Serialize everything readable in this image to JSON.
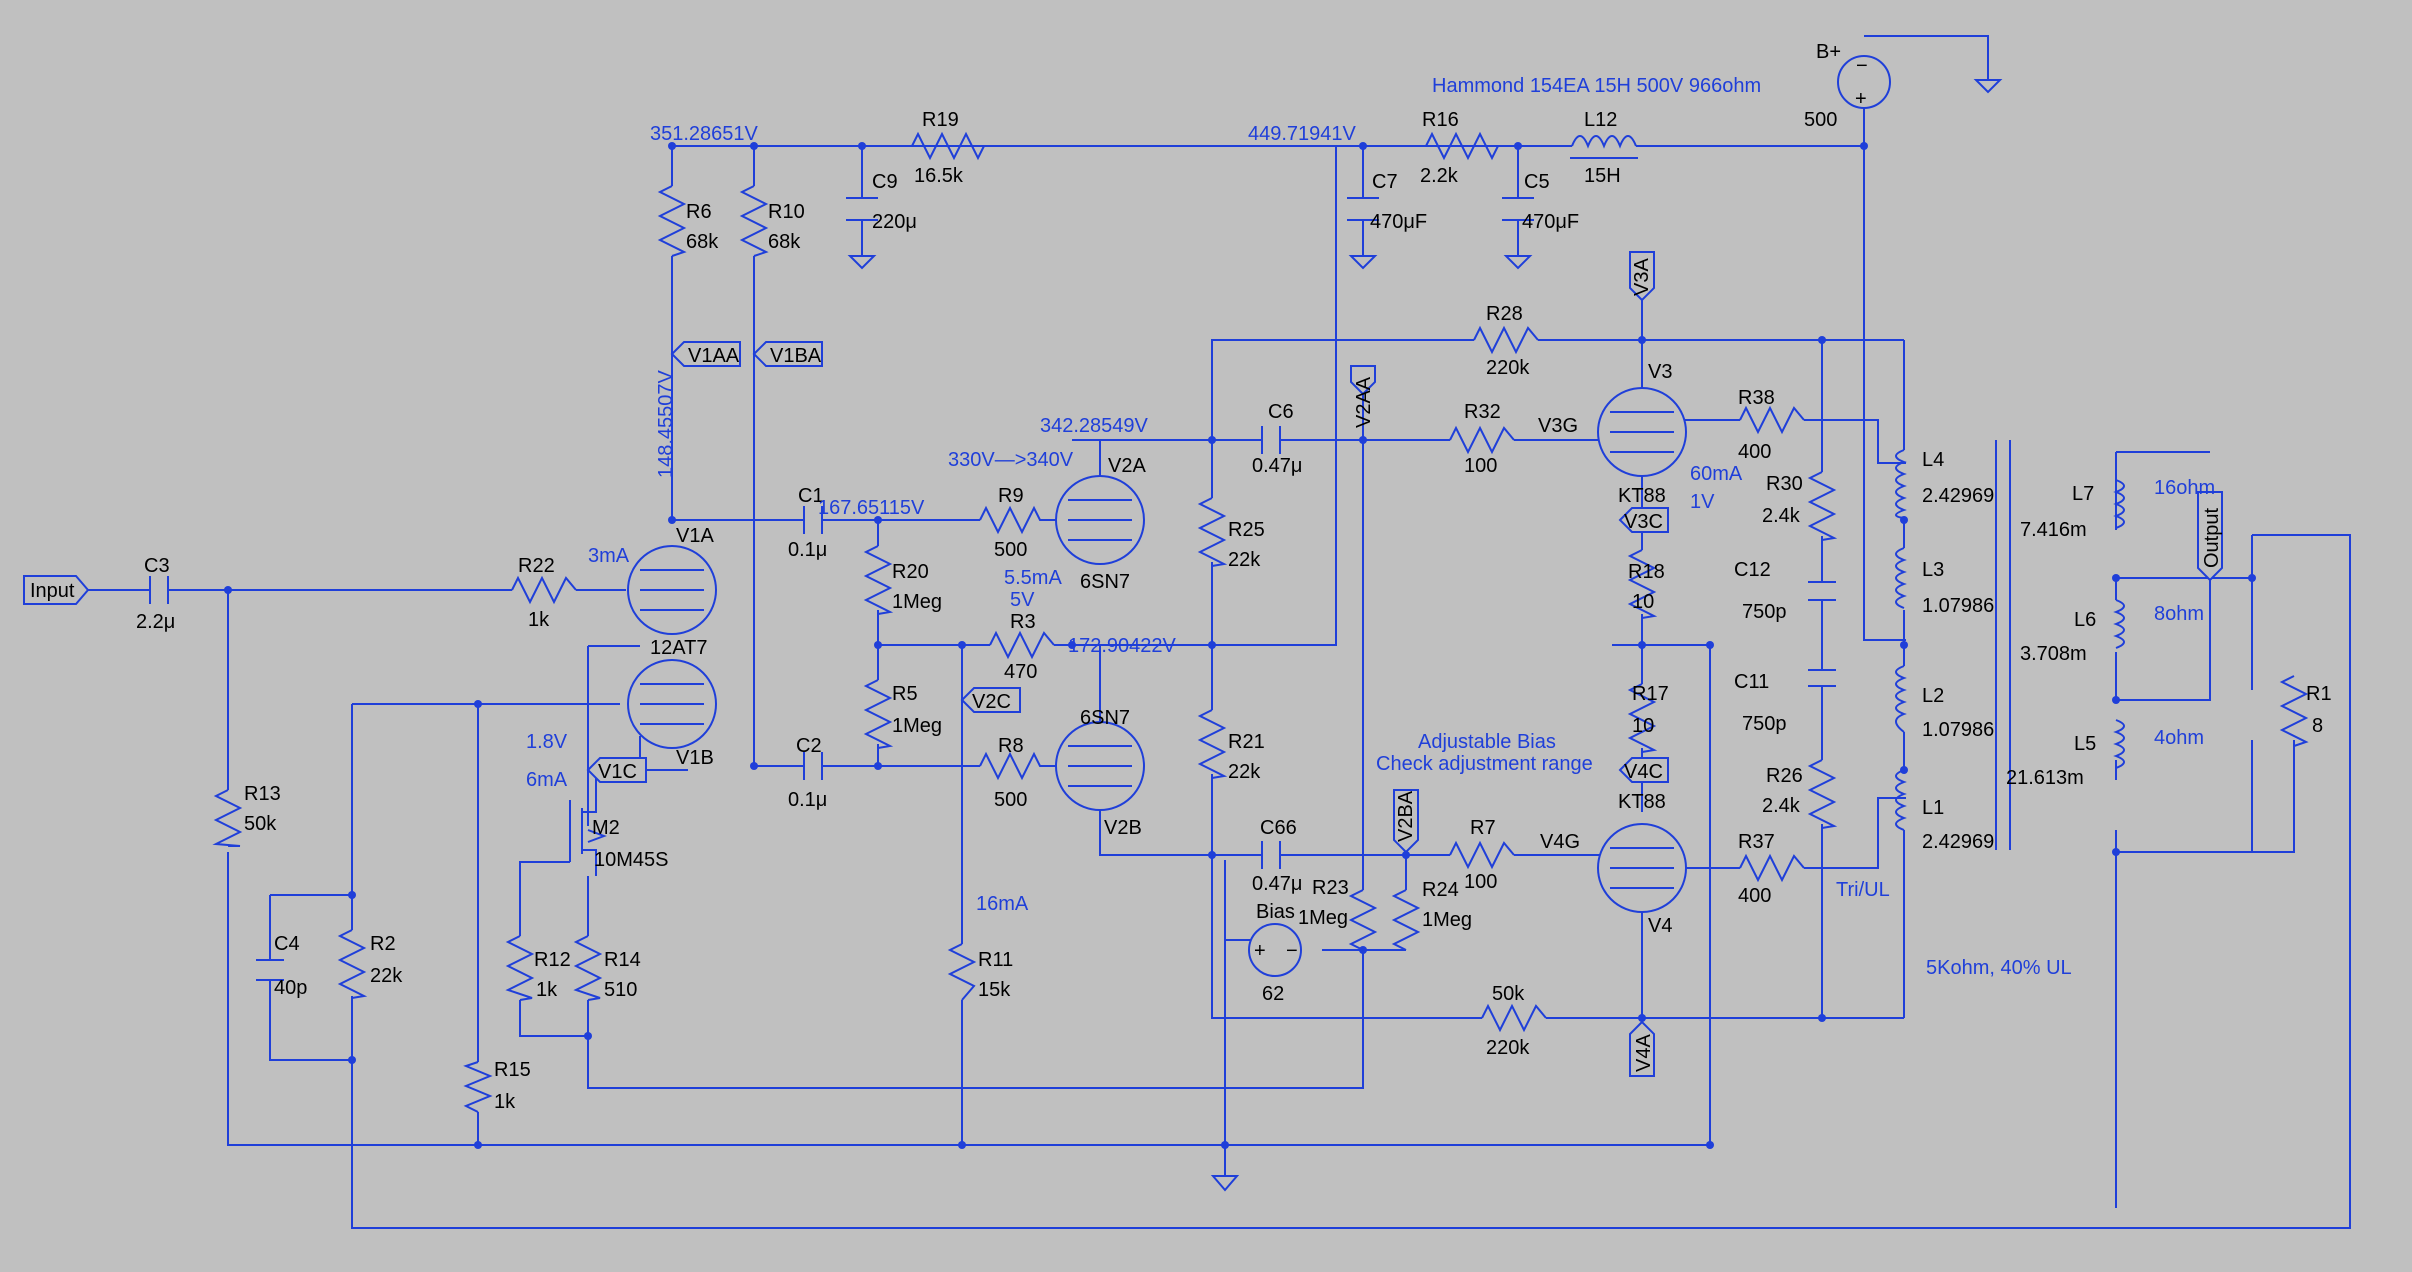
{
  "labels": {
    "hammond": "Hammond 154EA 15H 500V 966ohm",
    "b_plus": "B+",
    "b_plus_val": "500",
    "v351": "351.28651V",
    "v449": "449.71941V",
    "r19": "R19",
    "r19v": "16.5k",
    "r16": "R16",
    "r16v": "2.2k",
    "l12": "L12",
    "l12v": "15H",
    "c9": "C9",
    "c9v": "220μ",
    "c7": "C7",
    "c7v": "470μF",
    "c5": "C5",
    "c5v": "470μF",
    "r6": "R6",
    "r6v": "68k",
    "r10": "R10",
    "r10v": "68k",
    "v1aa": "V1AA",
    "v1ba": "V1BA",
    "v148": "148.45507V",
    "r28": "R28",
    "r28v": "220k",
    "v3a": "V3A",
    "v3": "V3",
    "v342": "342.28549V",
    "c6": "C6",
    "c6v": "0.47μ",
    "v2aa": "V2AA",
    "r32": "R32",
    "r32v": "100",
    "v3g": "V3G",
    "r38": "R38",
    "r38v": "400",
    "l4": "L4",
    "l4v": "2.42969",
    "v330": "330V—>340V",
    "v2a": "V2A",
    "ma60": "60mA",
    "v1v": "1V",
    "r30": "R30",
    "r30v": "2.4k",
    "c1": "C1",
    "c1v": "0.1μ",
    "v167": "167.65115V",
    "r9": "R9",
    "r9v": "500",
    "kt88a": "KT88",
    "v3c": "V3C",
    "l7": "L7",
    "l7v": "7.416m",
    "ohm16": "16ohm",
    "output": "Output",
    "c3": "C3",
    "c3v": "2.2μ",
    "input": "Input",
    "r22": "R22",
    "r22v": "1k",
    "ma3": "3mA",
    "v1a": "V1A",
    "r20": "R20",
    "r20v": "1Meg",
    "ma55": "5.5mA",
    "v5": "5V",
    "sn7a": "6SN7",
    "r25": "R25",
    "r25v": "22k",
    "r18": "R18",
    "r18v": "10",
    "c12": "C12",
    "c12v": "750p",
    "l3": "L3",
    "l3v": "1.07986",
    "at7": "12AT7",
    "r3": "R3",
    "r3v": "470",
    "v172": "172.90422V",
    "l6": "L6",
    "l6v": "3.708m",
    "ohm8": "8ohm",
    "r1": "R1",
    "r1v": "8",
    "r5": "R5",
    "r5v": "1Meg",
    "v2c": "V2C",
    "v1b": "V1B",
    "r17": "R17",
    "r17v": "10",
    "c11": "C11",
    "c11v": "750p",
    "l2": "L2",
    "l2v": "1.07986",
    "v18": "1.8V",
    "ma6": "6mA",
    "v1c": "V1C",
    "sn7b": "6SN7",
    "adj1": "Adjustable Bias",
    "adj2": "Check adjustment range",
    "c2": "C2",
    "c2v": "0.1μ",
    "r8": "R8",
    "r8v": "500",
    "r21": "R21",
    "r21v": "22k",
    "v4c": "V4C",
    "kt88b": "KT88",
    "r26": "R26",
    "r26v": "2.4k",
    "l5": "L5",
    "l5v": "21.613m",
    "ohm4": "4ohm",
    "r13": "R13",
    "r13v": "50k",
    "m2": "M2",
    "m2v": "10M45S",
    "v2b": "V2B",
    "c66": "C66",
    "c66v": "0.47μ",
    "v2ba": "V2BA",
    "r7": "R7",
    "r7v": "100",
    "v4g": "V4G",
    "r37": "R37",
    "r37v": "400",
    "l1": "L1",
    "l1v": "2.42969",
    "r23": "R23",
    "r23v": "1Meg",
    "r24": "R24",
    "r24v": "1Meg",
    "triul": "Tri/UL",
    "v4": "V4",
    "c4": "C4",
    "c4v": "40p",
    "r2": "R2",
    "r2v": "22k",
    "ma16": "16mA",
    "bias": "Bias",
    "biasv": "62",
    "r12": "R12",
    "r12v": "1k",
    "r14": "R14",
    "r14v": "510",
    "r11": "R11",
    "r11v": "15k",
    "kohm5": "5Kohm, 40% UL",
    "r50k": "50k",
    "r50kb": "220k",
    "v4a": "V4A",
    "r15": "R15",
    "r15v": "1k"
  },
  "colors": {
    "wire": "#1f3fd9",
    "background": "#c0c0c0",
    "label": "#000000"
  }
}
